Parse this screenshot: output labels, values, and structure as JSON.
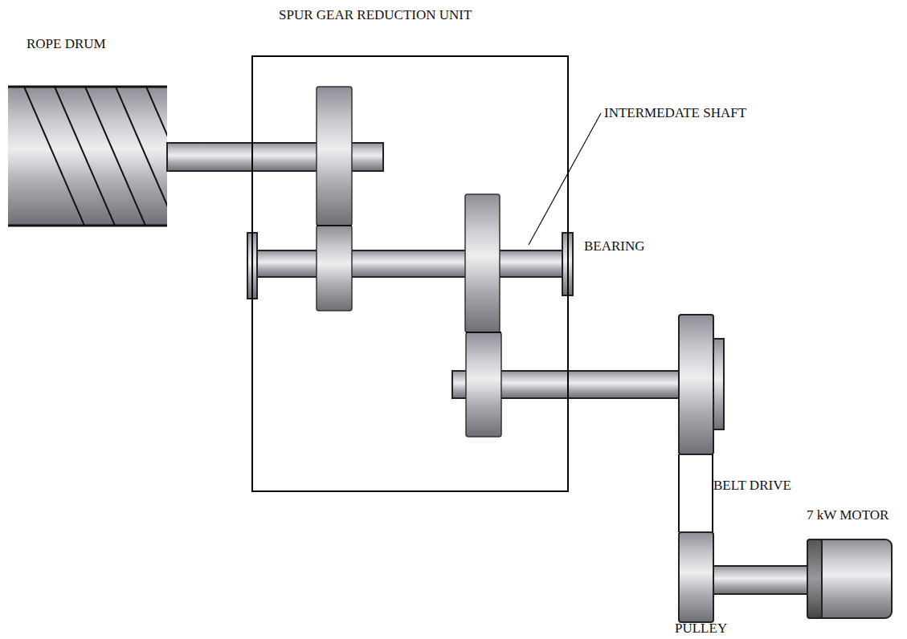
{
  "diagram": {
    "nodes": [
      {
        "text": [
          "SPUR GEAR REDUCTION UNIT"
        ]
      }
    ],
    "labels": [
      "ROPE DRUM",
      "INTERMEDATE SHAFT",
      "BEARING",
      "BELT DRIVE",
      "7 kW MOTOR",
      "PULLEY"
    ]
  }
}
